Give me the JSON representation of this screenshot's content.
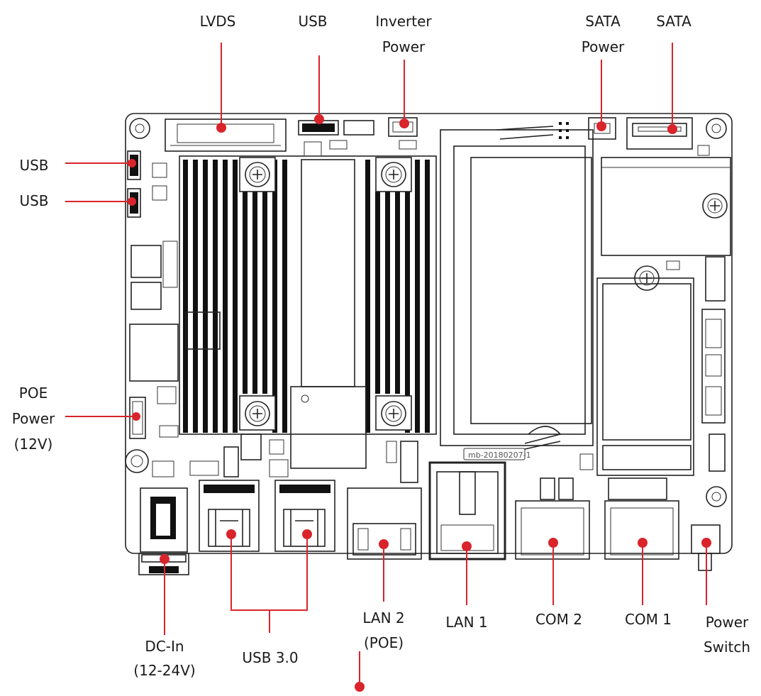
{
  "labels": {
    "lvds": "LVDS",
    "usb_top": "USB",
    "inverter": [
      "Inverter",
      "Power"
    ],
    "sata_power": [
      "SATA",
      "Power"
    ],
    "sata": "SATA",
    "usb_left_1": "USB",
    "usb_left_2": "USB",
    "poe_power": [
      "POE",
      "Power",
      "(12V)"
    ],
    "dc_in": [
      "DC-In",
      "(12-24V)"
    ],
    "usb30": "USB 3.0",
    "lan2": [
      "LAN 2",
      "(POE)"
    ],
    "lan1": "LAN 1",
    "com2": "COM 2",
    "com1": "COM 1",
    "power_switch": [
      "Power",
      "Switch"
    ]
  },
  "board_stamp": "mb-20180207-1",
  "colors": {
    "callout": "#d9242b",
    "outline": "#222222",
    "text": "#1a1a1a"
  }
}
